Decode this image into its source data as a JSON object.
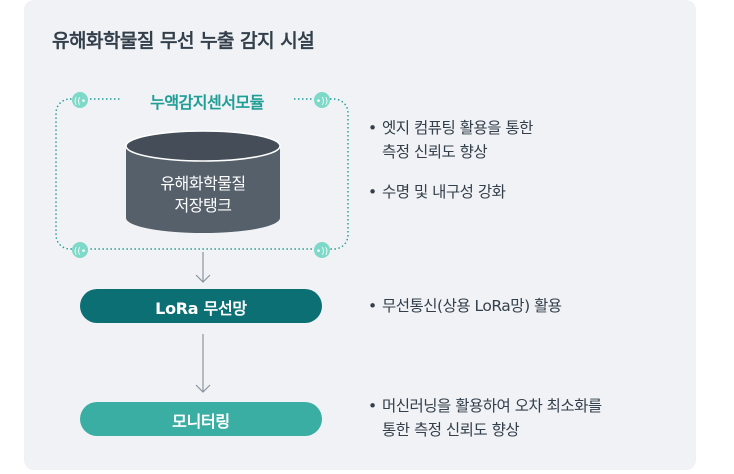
{
  "title": "유해화학물질 무선 누출 감지 시설",
  "module": {
    "label": "누액감지센서모듈"
  },
  "tank": {
    "line1": "유해화학물질",
    "line2": "저장탱크"
  },
  "network": {
    "label": "LoRa 무선망"
  },
  "monitor": {
    "label": "모니터링"
  },
  "notes": {
    "module": [
      {
        "line1": "엣지 컴퓨팅 활용을 통한",
        "line2": "측정 신뢰도 향상"
      },
      {
        "line1": "수명 및 내구성 강화"
      }
    ],
    "network": {
      "line1": "무선통신(상용 LoRa망) 활용"
    },
    "monitor": {
      "line1": "머신러닝을 활용하여 오차 최소화를",
      "line2": "통한 측정 신뢰도 향상"
    }
  },
  "colors": {
    "teal_dark": "#0b6f74",
    "teal_light": "#3aaea3",
    "teal_text": "#1f9e96",
    "tank_body": "#56606b",
    "tank_top": "#454e58",
    "panel": "#f0f2f5",
    "sensor": "#7ed9c8"
  },
  "icons": [
    "sensor-signal-icon",
    "down-arrow-icon",
    "bullet-icon"
  ]
}
